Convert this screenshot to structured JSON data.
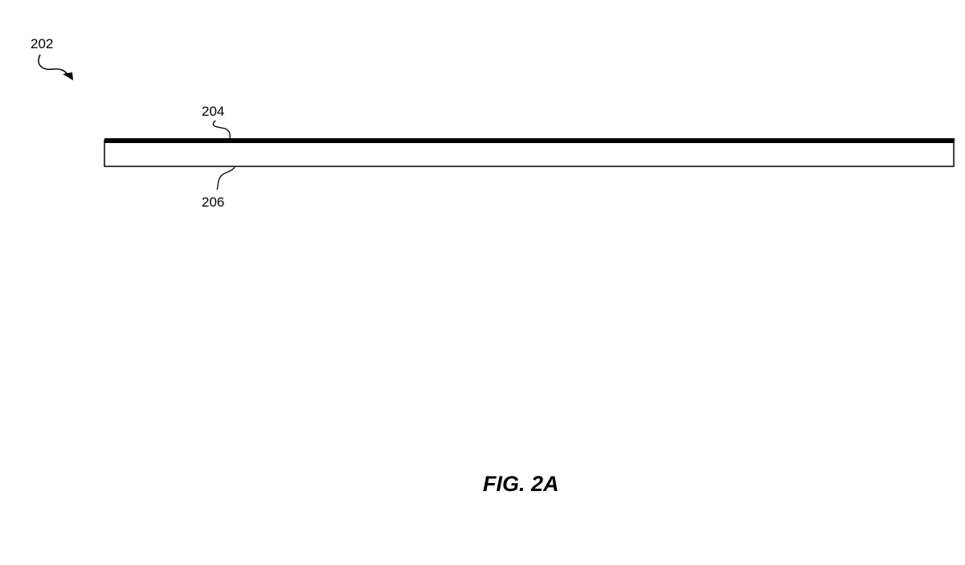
{
  "labels": {
    "assembly": "202",
    "top_layer": "204",
    "substrate": "206"
  },
  "figure_caption": "FIG. 2A"
}
